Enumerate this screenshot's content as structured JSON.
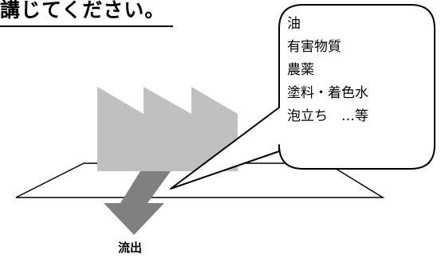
{
  "header": {
    "text": "講じてください。"
  },
  "callout": {
    "items": [
      "油",
      "有害物質",
      "農薬",
      "塗料・着色水",
      "泡立ち　…等"
    ]
  },
  "outflow": {
    "label": "流出"
  },
  "colors": {
    "factory": "#c0c0c0",
    "flow_arrow": "#808080",
    "outline": "#000000"
  }
}
